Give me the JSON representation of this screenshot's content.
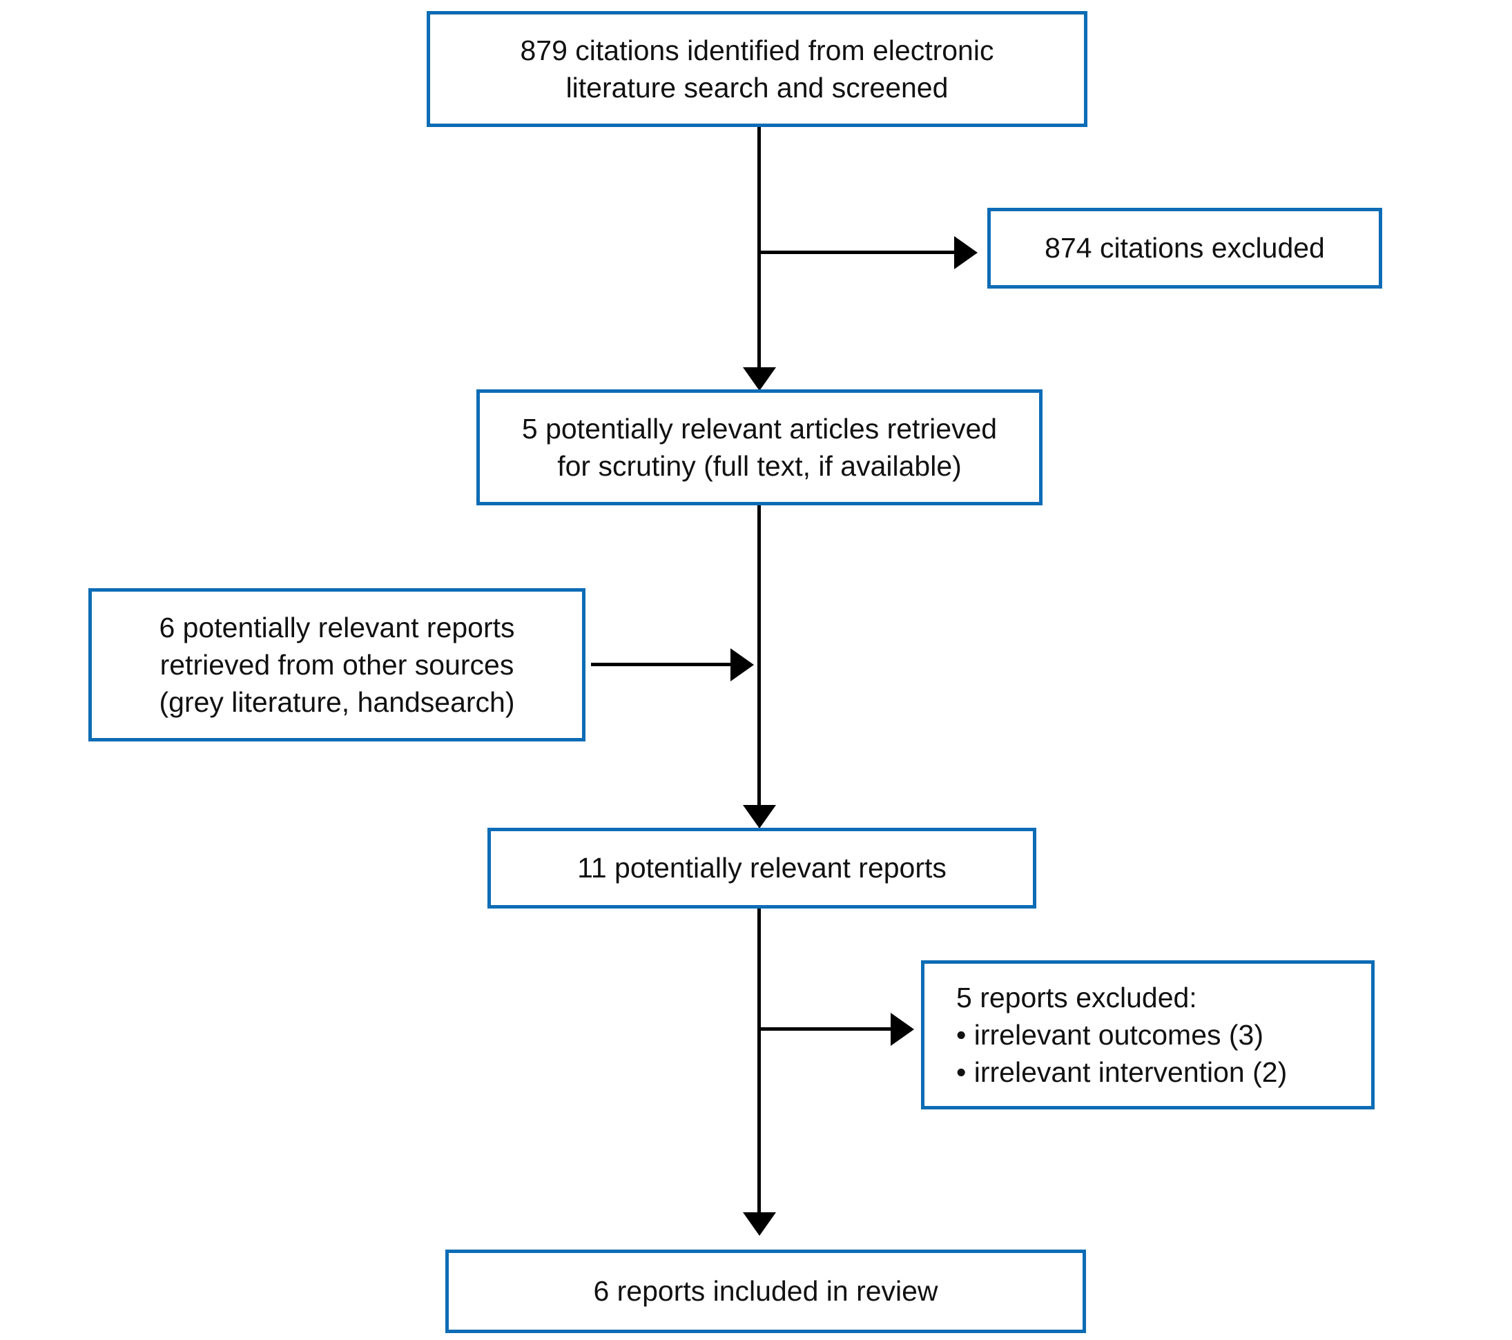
{
  "colors": {
    "box_border": "#0d6cb5",
    "arrow": "#000000",
    "text": "#111111",
    "background": "#ffffff"
  },
  "flowchart": {
    "type": "prisma-style-flow-diagram",
    "nodes": {
      "identified": {
        "lines": [
          "879 citations identified from electronic",
          "literature search and screened"
        ]
      },
      "excluded_citations": {
        "lines": [
          "874 citations excluded"
        ]
      },
      "retrieved_articles": {
        "lines": [
          "5 potentially relevant articles retrieved",
          "for scrutiny (full text, if available)"
        ]
      },
      "other_sources": {
        "lines": [
          "6 potentially relevant reports",
          "retrieved from other sources",
          "(grey literature, handsearch)"
        ]
      },
      "relevant_reports": {
        "lines": [
          "11 potentially relevant reports"
        ]
      },
      "excluded_reports": {
        "lines": [
          "5 reports excluded:",
          "• irrelevant outcomes (3)",
          "• irrelevant intervention (2)"
        ]
      },
      "included_reports": {
        "lines": [
          "6 reports included in review"
        ]
      }
    }
  }
}
